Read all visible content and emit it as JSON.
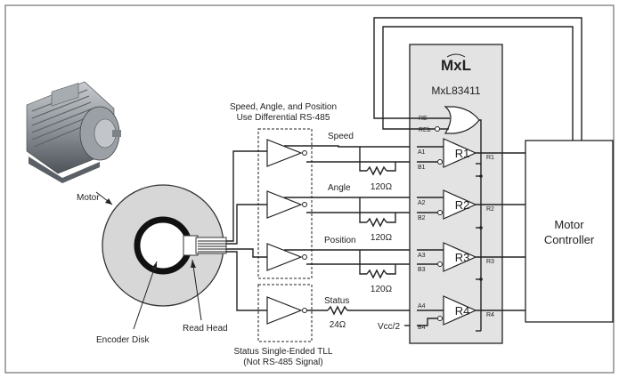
{
  "labels": {
    "motor": "Motor",
    "encoder_disk": "Encoder Disk",
    "read_head": "Read Head",
    "top_note_line1": "Speed, Angle, and Position",
    "top_note_line2": "Use Differential RS-485",
    "bottom_note_line1": "Status Single-Ended TLL",
    "bottom_note_line2": "(Not RS-485 Signal)"
  },
  "signals": {
    "speed": "Speed",
    "angle": "Angle",
    "position": "Position",
    "status": "Status"
  },
  "resistors": {
    "r1": "120Ω",
    "r2": "120Ω",
    "r3": "120Ω",
    "r4": "24Ω"
  },
  "chip": {
    "logo": "MxL",
    "part": "MxL83411",
    "pins": {
      "re": "RE",
      "reb": "REb",
      "a1": "A1",
      "b1": "B1",
      "a2": "A2",
      "b2": "B2",
      "a3": "A3",
      "b3": "B3",
      "a4": "A4",
      "b4": "B4",
      "r1": "R1",
      "r2": "R2",
      "r3": "R3",
      "r4": "R4"
    },
    "receivers": [
      "R1",
      "R2",
      "R3",
      "R4"
    ],
    "vcc": "Vcc/2"
  },
  "controller": {
    "line1": "Motor",
    "line2": "Controller"
  }
}
